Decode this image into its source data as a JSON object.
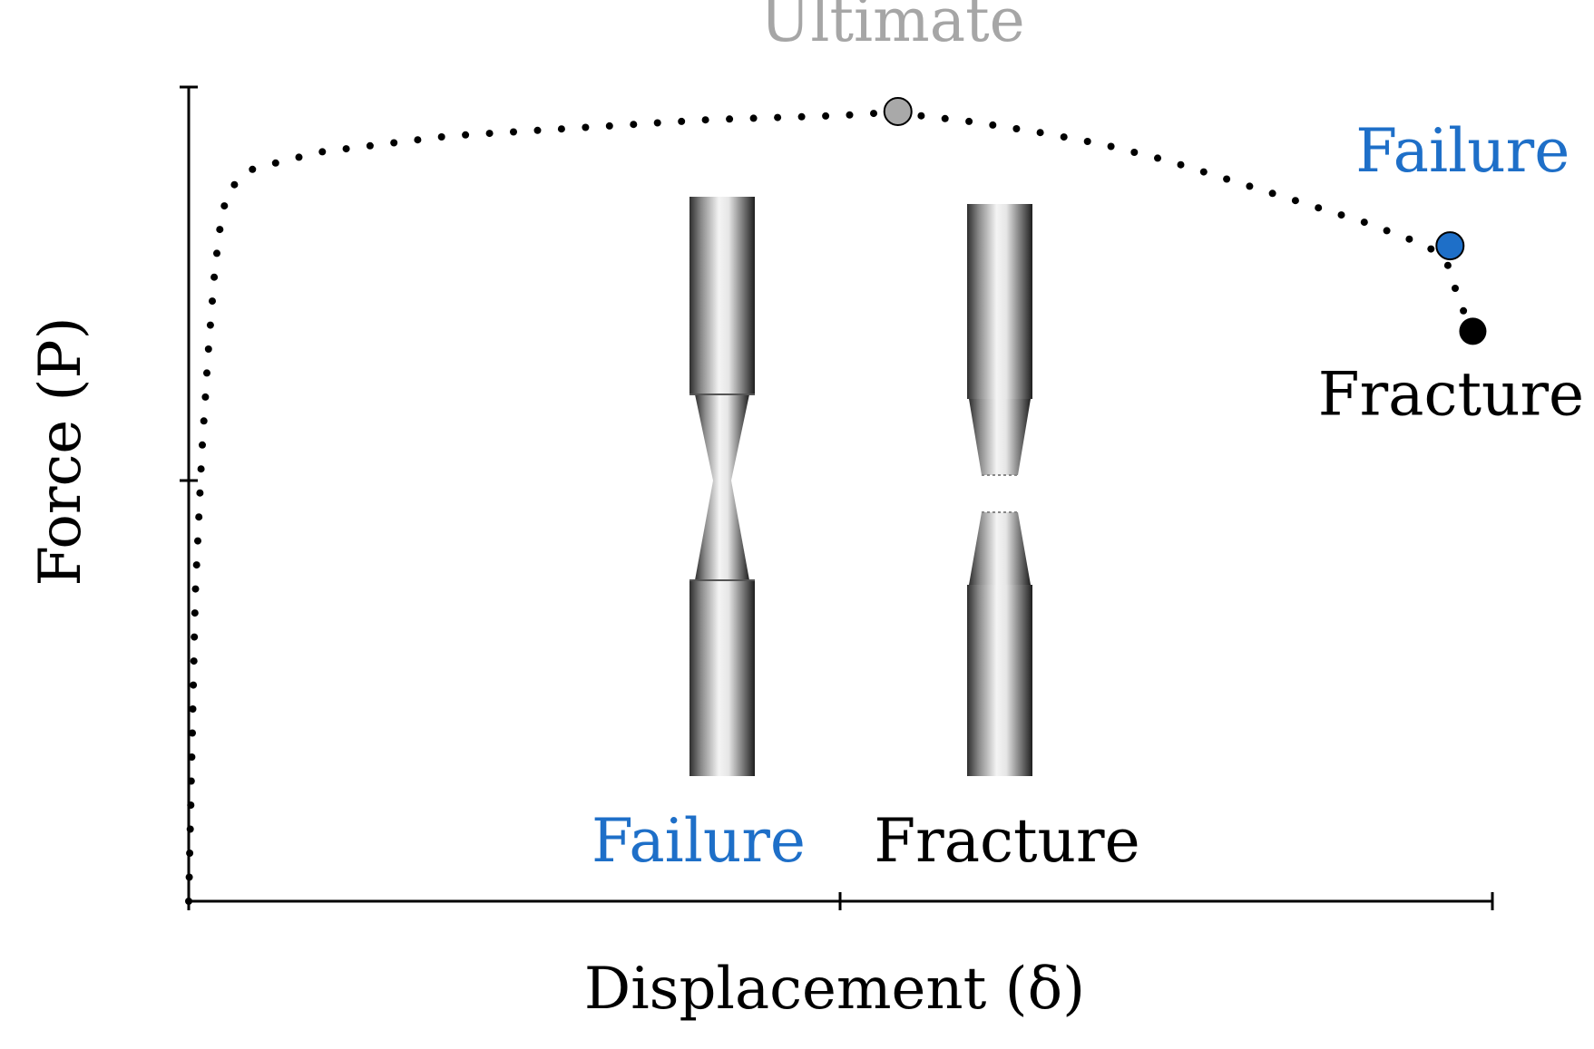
{
  "chart_data": {
    "type": "scatter",
    "title": "",
    "xlabel": "Displacement (δ)",
    "ylabel": "Force (P)",
    "xlim": [
      0,
      2
    ],
    "ylim": [
      0,
      2
    ],
    "x_ticks": [
      0,
      1,
      2
    ],
    "y_ticks": [
      1,
      2
    ],
    "grid": false,
    "legend": "none",
    "series": [
      {
        "style": "dotted",
        "color": "#000000",
        "x": [
          0.0,
          0.004,
          0.01,
          0.02,
          0.03,
          0.04,
          0.05,
          0.06,
          0.08,
          0.1,
          0.15,
          0.2,
          0.3,
          0.4,
          0.5,
          0.6,
          0.7,
          0.8,
          0.9,
          1.0,
          1.05,
          1.088,
          1.12,
          1.2,
          1.3,
          1.4,
          1.5,
          1.6,
          1.7,
          1.8,
          1.85,
          1.9,
          1.93,
          1.94,
          1.95,
          1.97
        ],
        "y": [
          0.0,
          0.3,
          0.75,
          1.1,
          1.35,
          1.55,
          1.68,
          1.74,
          1.78,
          1.8,
          1.82,
          1.84,
          1.86,
          1.88,
          1.89,
          1.9,
          1.91,
          1.92,
          1.925,
          1.93,
          1.935,
          1.94,
          1.93,
          1.915,
          1.89,
          1.86,
          1.82,
          1.77,
          1.72,
          1.67,
          1.64,
          1.61,
          1.57,
          1.52,
          1.47,
          1.4
        ]
      }
    ],
    "markers": [
      {
        "name": "ultimate",
        "label": "Ultimate",
        "x": 1.088,
        "y": 1.94,
        "color": "#a9a9a9",
        "text_color": "#a6a6a6"
      },
      {
        "name": "failure",
        "label": "Failure",
        "x": 1.935,
        "y": 1.61,
        "color": "#1e6fc8",
        "text_color": "#1e6fc8"
      },
      {
        "name": "fracture",
        "label": "Fracture",
        "x": 1.97,
        "y": 1.4,
        "color": "#000000",
        "text_color": "#000000"
      }
    ],
    "specimens": [
      {
        "name": "failure",
        "label": "Failure",
        "label_color": "#1e6fc8",
        "state": "necked"
      },
      {
        "name": "fracture",
        "label": "Fracture",
        "label_color": "#000000",
        "state": "fractured"
      }
    ]
  }
}
